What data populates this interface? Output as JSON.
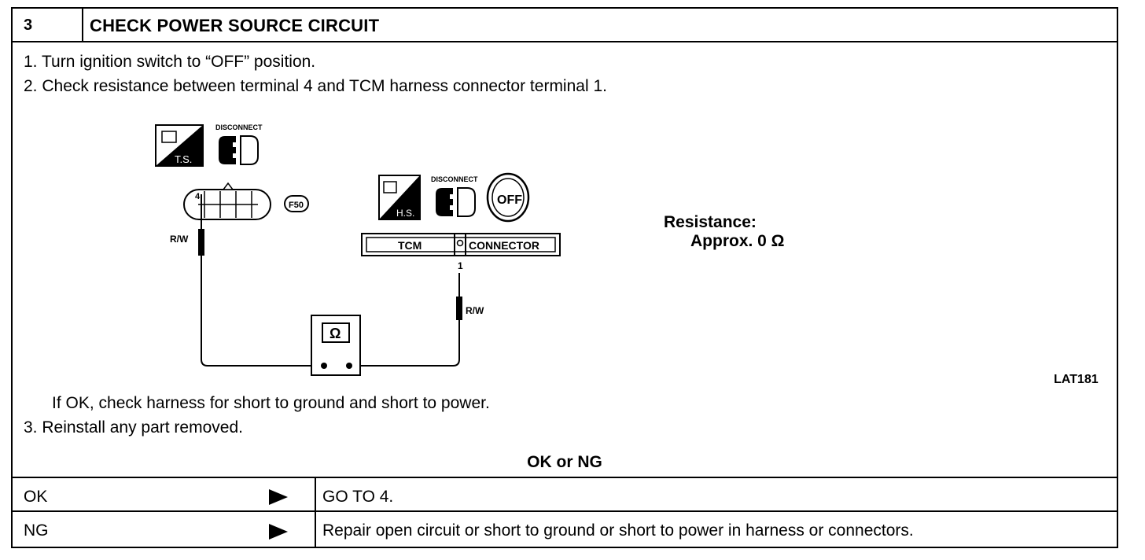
{
  "header": {
    "step_number": "3",
    "title": "CHECK POWER SOURCE CIRCUIT"
  },
  "instructions": [
    "1.  Turn ignition switch to “OFF” position.",
    "2.  Check resistance between terminal 4 and TCM harness connector terminal 1."
  ],
  "diagram": {
    "ts_icon_label": "T.S.",
    "hs_icon_label": "H.S.",
    "disconnect_label": "DISCONNECT",
    "connector_id": "F50",
    "left_terminal": "4",
    "right_terminal": "1",
    "wire_color_left": "R/W",
    "wire_color_right": "R/W",
    "tcm_label": "TCM",
    "connector_label": "CONNECTOR",
    "ignition_label": "OFF",
    "ohm_symbol": "Ω",
    "figure_id": "LAT181"
  },
  "spec": {
    "label": "Resistance:",
    "value": "Approx.  0 Ω"
  },
  "notes": [
    "If OK, check harness for short to ground and short to power.",
    "3.  Reinstall any part removed."
  ],
  "result_header": "OK or NG",
  "results": [
    {
      "condition": "OK",
      "action": "GO TO 4."
    },
    {
      "condition": "NG",
      "action": "Repair open circuit or short to ground or short to power in harness or connectors."
    }
  ]
}
